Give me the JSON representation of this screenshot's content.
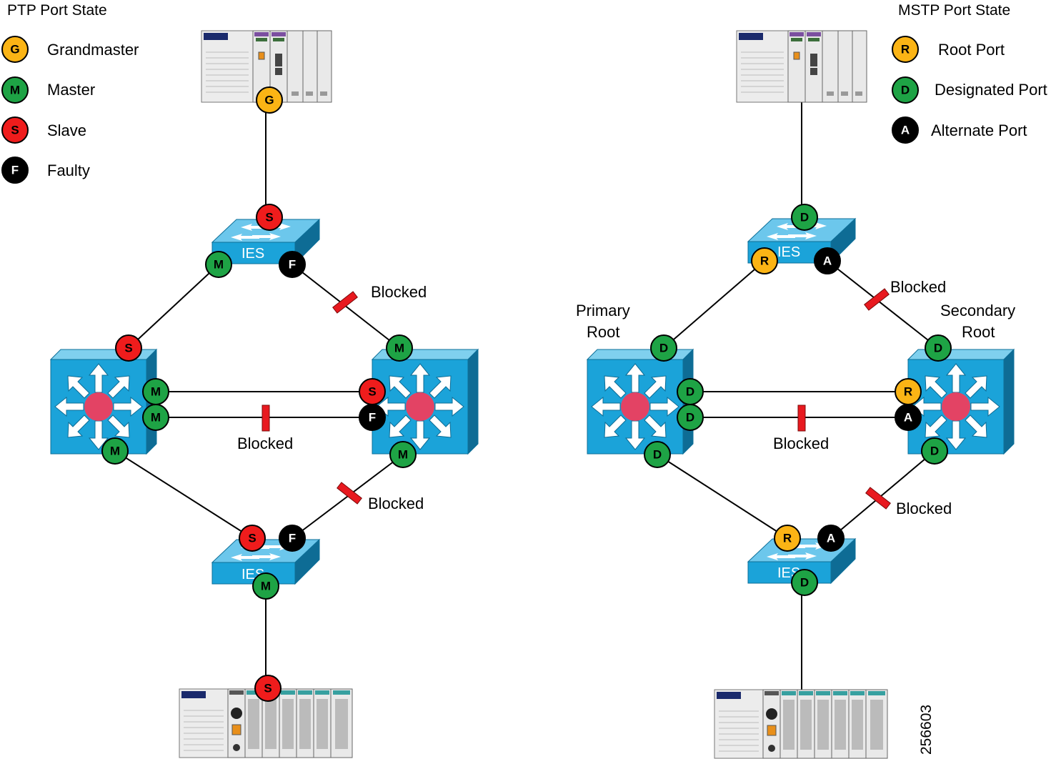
{
  "colors": {
    "grandmaster": "#fbb415",
    "master": "#1ea345",
    "slave": "#ef1c1c",
    "faulty": "#000000",
    "root_port": "#fbb415",
    "designated_port": "#1ea345",
    "alternate_port": "#000000",
    "blocked_marker": "#e8191f",
    "switch_blue": "#1ba3d9",
    "link": "#000000"
  },
  "ptp_legend": {
    "title": "PTP Port State",
    "items": [
      {
        "letter": "G",
        "label": "Grandmaster",
        "color": "#fbb415"
      },
      {
        "letter": "M",
        "label": "Master",
        "color": "#1ea345"
      },
      {
        "letter": "S",
        "label": "Slave",
        "color": "#ef1c1c"
      },
      {
        "letter": "F",
        "label": "Faulty",
        "color": "#000000"
      }
    ]
  },
  "mstp_legend": {
    "title": "MSTP Port State",
    "items": [
      {
        "letter": "R",
        "label": "Root Port",
        "color": "#fbb415"
      },
      {
        "letter": "D",
        "label": "Designated Port",
        "color": "#1ea345"
      },
      {
        "letter": "A",
        "label": "Alternate Port",
        "color": "#000000"
      }
    ]
  },
  "switch_label": "IES",
  "blocked_label": "Blocked",
  "primary_root_label": {
    "line1": "Primary",
    "line2": "Root"
  },
  "secondary_root_label": {
    "line1": "Secondary",
    "line2": "Root"
  },
  "figure_id": "256603",
  "ptp_ports": {
    "top_controller": "G",
    "top_ies_up": "S",
    "top_ies_left": "M",
    "top_ies_right": "F",
    "left_dist_top": "S",
    "left_dist_right1": "M",
    "left_dist_right2": "M",
    "left_dist_bottom": "M",
    "right_dist_top": "M",
    "right_dist_left1": "S",
    "right_dist_left2": "F",
    "right_dist_bottom": "M",
    "bottom_ies_left": "S",
    "bottom_ies_right": "F",
    "bottom_ies_down": "M",
    "bottom_controller": "S"
  },
  "mstp_ports": {
    "top_ies_up": "D",
    "top_ies_left": "R",
    "top_ies_right": "A",
    "left_dist_top": "D",
    "left_dist_right1": "D",
    "left_dist_right2": "D",
    "left_dist_bottom": "D",
    "right_dist_top": "D",
    "right_dist_left1": "R",
    "right_dist_left2": "A",
    "right_dist_bottom": "D",
    "bottom_ies_left": "R",
    "bottom_ies_right": "A",
    "bottom_ies_down": "D"
  }
}
